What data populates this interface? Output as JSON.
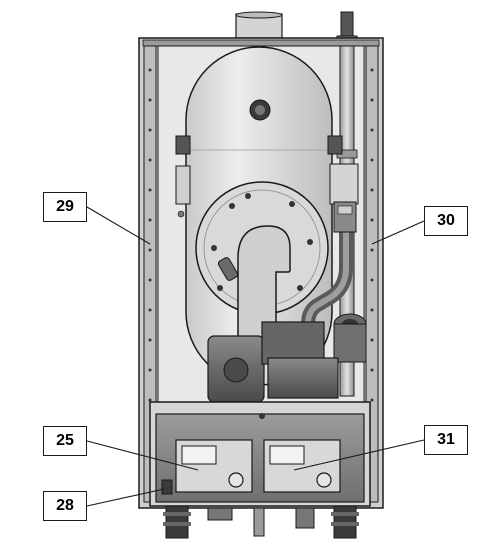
{
  "callouts": [
    {
      "id": "29",
      "label": "29"
    },
    {
      "id": "30",
      "label": "30"
    },
    {
      "id": "25",
      "label": "25"
    },
    {
      "id": "31",
      "label": "31"
    },
    {
      "id": "28",
      "label": "28"
    }
  ],
  "colors": {
    "outline": "#1a1a1a",
    "back_panel": "#e6e6e6",
    "frame": "#cfcfcf",
    "chamber": "#dedede",
    "dark_part": "#6e6e6e",
    "control_box": "#8a8a8a",
    "display": "#d8d8d8"
  }
}
